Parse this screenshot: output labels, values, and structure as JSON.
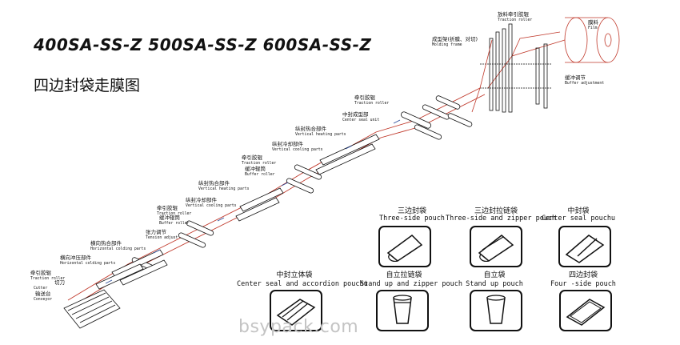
{
  "header": {
    "title": "400SA-SS-Z 500SA-SS-Z 600SA-SS-Z",
    "subtitle": "四边封袋走膜图"
  },
  "labels": {
    "film": {
      "cn": "膜料",
      "en": "Film"
    },
    "unwind_roller": {
      "cn": "放料牵引胶辊",
      "en": "Traction roller"
    },
    "forming": {
      "cn": "成型架(折膜、对切)",
      "en": "Molding frame"
    },
    "buffer_adj": {
      "cn": "缓冲调节",
      "en": "Buffer adjustment"
    },
    "traction1": {
      "cn": "牵引胶辊",
      "en": "Traction roller"
    },
    "center_seal": {
      "cn": "中封成型部",
      "en": "Center seal unit"
    },
    "vert_heat1": {
      "cn": "纵封热合部件",
      "en": "Vertical heating parts"
    },
    "vert_cool1": {
      "cn": "纵封冷却部件",
      "en": "Vertical cooling parts"
    },
    "traction2": {
      "cn": "牵引胶辊",
      "en": "Traction roller"
    },
    "buffer1": {
      "cn": "缓冲辊筒",
      "en": "Buffer roller"
    },
    "vert_heat2": {
      "cn": "纵封热合部件",
      "en": "Vertical heating parts"
    },
    "vert_cool2": {
      "cn": "纵封冷却部件",
      "en": "Vertical cooling parts"
    },
    "traction3": {
      "cn": "牵引胶辊",
      "en": "Traction roller"
    },
    "buffer2": {
      "cn": "缓冲辊筒",
      "en": "Buffer roller"
    },
    "tension": {
      "cn": "张力调节",
      "en": "Tension adjust"
    },
    "horiz_heat": {
      "cn": "横向热合部件",
      "en": "Horizontal colding parts"
    },
    "horiz_cool": {
      "cn": "横向冲压部件",
      "en": "Horizontal colding parts"
    },
    "traction4": {
      "cn": "牵引胶辊",
      "en": "Traction roller"
    },
    "cutter": {
      "cn": "切刀",
      "en": "Cutter"
    },
    "conveyor": {
      "cn": "输送台",
      "en": "Conveyor"
    }
  },
  "pouches": [
    {
      "cn": "三边封袋",
      "en": "Three-side pouch",
      "icon": "three-side-pouch-icon"
    },
    {
      "cn": "三边封拉链袋",
      "en": "Three-side and zipper pouch",
      "icon": "three-side-zipper-pouch-icon"
    },
    {
      "cn": "中封袋",
      "en": "Center seal pouchu",
      "icon": "center-seal-pouch-icon"
    },
    {
      "cn": "中封立体袋",
      "en": "Center seal and accordion pouchu",
      "icon": "accordion-pouch-icon"
    },
    {
      "cn": "自立拉链袋",
      "en": "Stand up and zipper pouch",
      "icon": "standup-zipper-pouch-icon"
    },
    {
      "cn": "自立袋",
      "en": "Stand up pouch",
      "icon": "standup-pouch-icon"
    },
    {
      "cn": "四边封袋",
      "en": "Four -side pouch",
      "icon": "four-side-pouch-icon"
    }
  ],
  "watermark": "bsypack.com",
  "colors": {
    "film": "#c0392b",
    "ink": "#111111",
    "watermark": "#c4c4c4"
  }
}
